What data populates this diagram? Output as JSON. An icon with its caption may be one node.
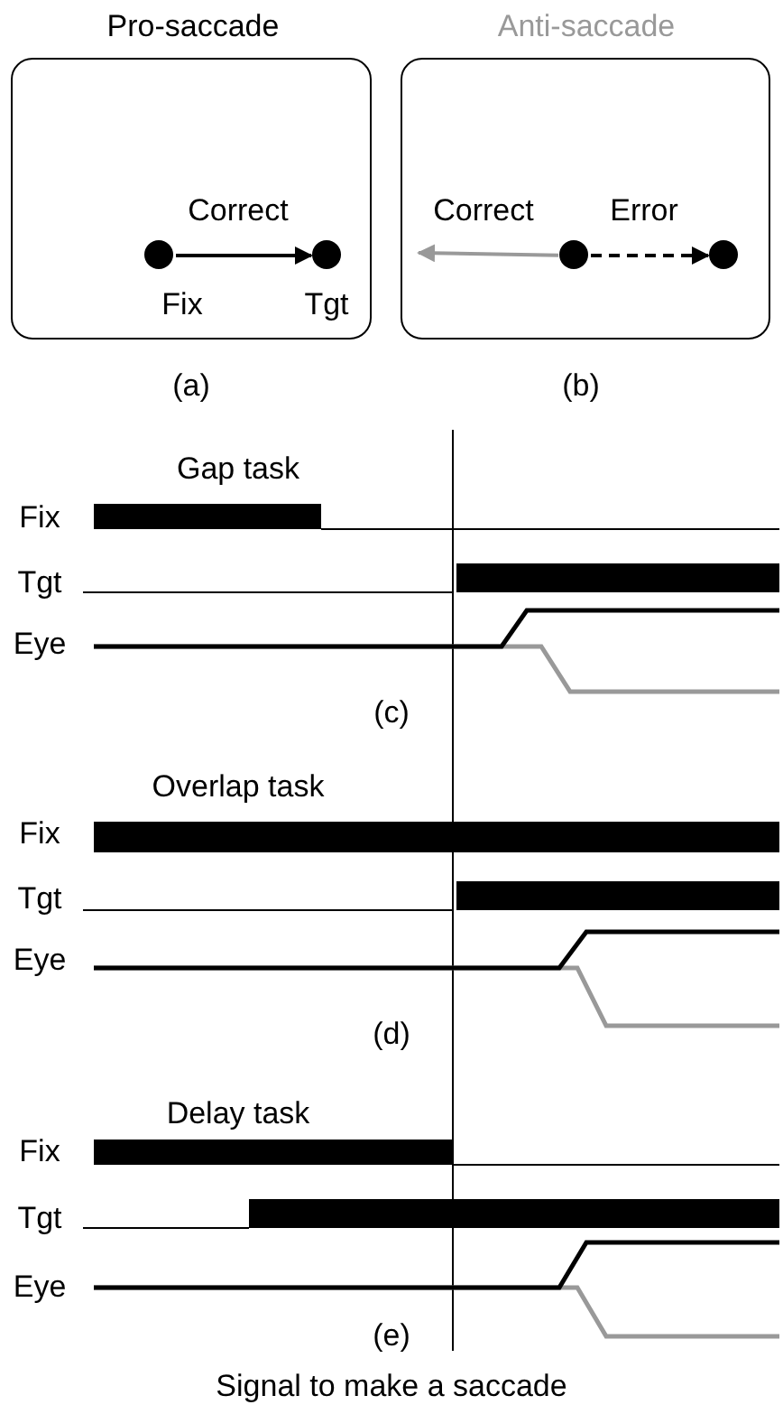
{
  "diagram": {
    "nodes": [
      {
        "text": [
          "Pro-saccade"
        ]
      },
      {
        "text": [],
        "shape": "circle",
        "in": 0,
        "beside": [
          "Fix"
        ]
      },
      {
        "text": [],
        "shape": "circle",
        "in": 0,
        "beside": [
          "Tgt"
        ]
      },
      {
        "text": [
          "Anti-saccade"
        ]
      },
      {
        "text": [],
        "shape": "circle",
        "in": 3
      },
      {
        "text": [],
        "shape": "circle",
        "in": 3
      }
    ],
    "edges": [
      {
        "from": 1,
        "to": 2,
        "arrow": "to",
        "label": "Correct"
      },
      {
        "from": 4,
        "to": null,
        "arrow": "to",
        "label": "Correct",
        "color": "#999999"
      },
      {
        "from": 4,
        "to": 5,
        "arrow": "to",
        "label": "Error",
        "style": "dashed"
      }
    ],
    "labels": [
      "(a)",
      "(b)",
      "Gap task",
      "Fix",
      "Tgt",
      "Eye",
      "(c)",
      "Overlap task",
      "Fix",
      "Tgt",
      "Eye",
      "(d)",
      "Delay task",
      "Fix",
      "Tgt",
      "Eye",
      "(e)",
      "Signal to make a saccade"
    ]
  }
}
